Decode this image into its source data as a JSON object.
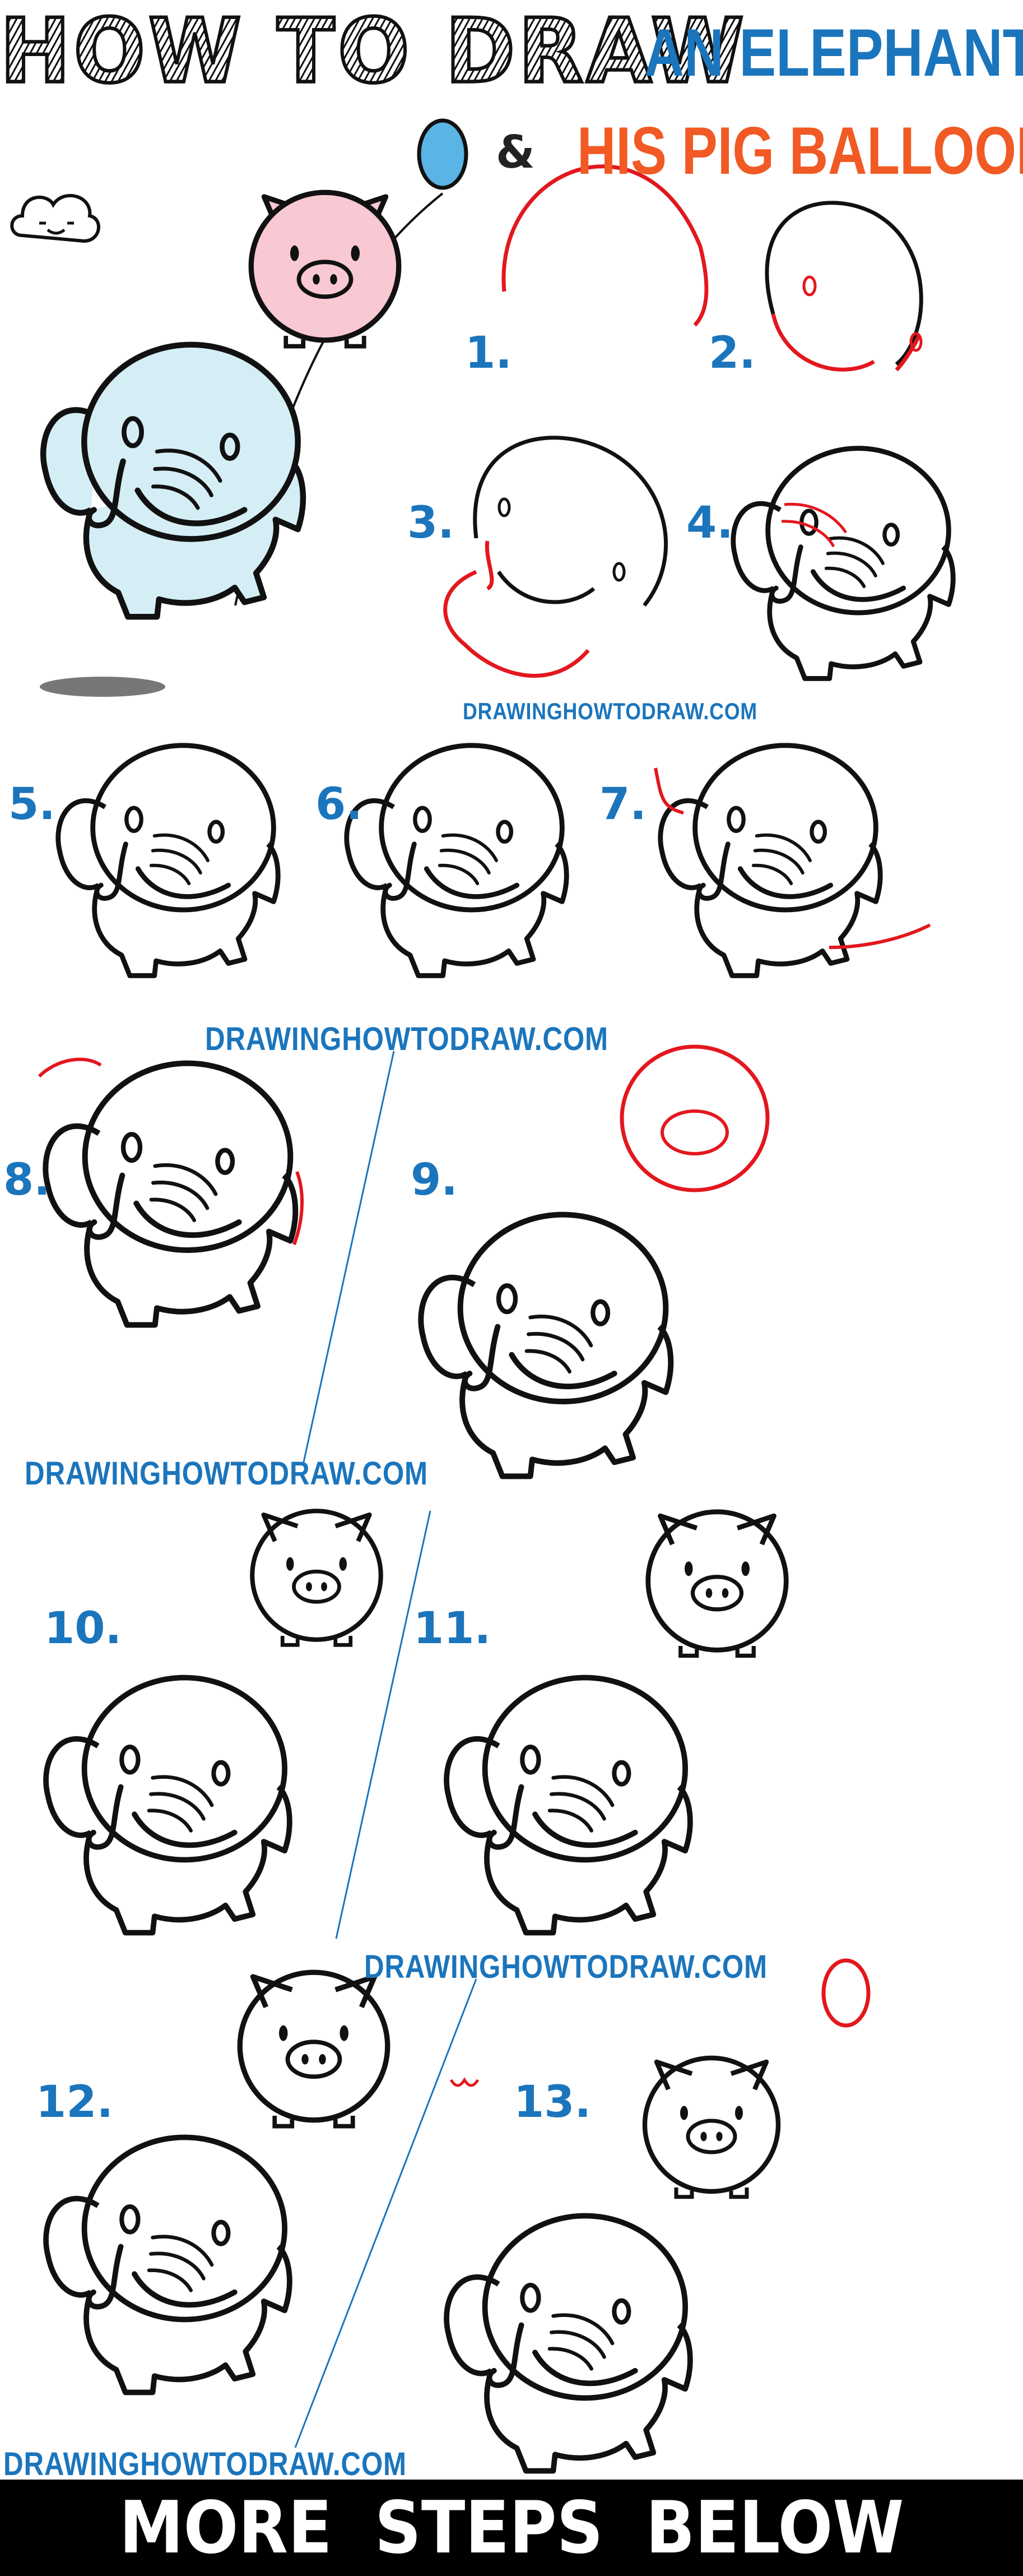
{
  "title": {
    "line1": "HOW TO DRAW",
    "line1_blue": "AN ELEPHANT",
    "ampersand": "&",
    "line2_orange": "HIS PIG BALLOON"
  },
  "steps": [
    "1.",
    "2.",
    "3.",
    "4.",
    "5.",
    "6.",
    "7.",
    "8.",
    "9.",
    "10.",
    "11.",
    "12.",
    "13."
  ],
  "watermark": "DRAWINGHOWTODRAW.COM",
  "banner": "MORE STEPS BELOW",
  "colors": {
    "blue": "#1b75bc",
    "orange": "#f15a24",
    "red_step_lines": "#e3171e",
    "elephant_fill": "#d5eef5",
    "pig_fill": "#f8c8d3",
    "balloon_fill": "#5ab4e5"
  }
}
